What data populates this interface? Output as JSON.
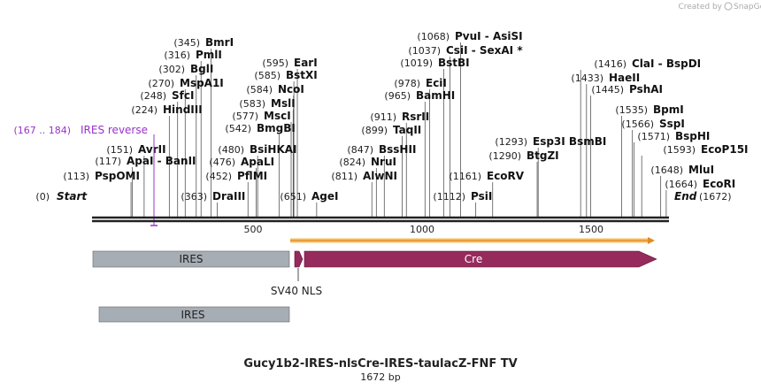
{
  "credit": {
    "created_by": "Created by",
    "brand": "SnapGene"
  },
  "map": {
    "title": "Gucy1b2-IRES-nlsCre-IRES-taulacZ-FNF TV",
    "length_label": "1672 bp",
    "total_bp": 1672,
    "ticks": [
      "500",
      "1000",
      "1500"
    ],
    "start_label": {
      "pos": "(0)",
      "name": "Start"
    },
    "end_label": {
      "pos": "(1672)",
      "name": "End"
    },
    "primer_label": {
      "pos": "(167 .. 184)",
      "name": "IRES reverse"
    },
    "sites": [
      {
        "pos": "(113)",
        "name": "PspOMI",
        "bp": 113
      },
      {
        "pos": "(117)",
        "name": "ApaI  -  BanII",
        "bp": 117
      },
      {
        "pos": "(151)",
        "name": "AvrII",
        "bp": 151
      },
      {
        "pos": "(224)",
        "name": "HindIII",
        "bp": 224
      },
      {
        "pos": "(248)",
        "name": "SfcI",
        "bp": 248
      },
      {
        "pos": "(270)",
        "name": "MspA1I",
        "bp": 270
      },
      {
        "pos": "(302)",
        "name": "BglI",
        "bp": 302
      },
      {
        "pos": "(316)",
        "name": "PmlI",
        "bp": 316
      },
      {
        "pos": "(345)",
        "name": "BmrI",
        "bp": 345
      },
      {
        "pos": "(363)",
        "name": "DraIII",
        "bp": 363
      },
      {
        "pos": "(452)",
        "name": "PflMI",
        "bp": 452
      },
      {
        "pos": "(476)",
        "name": "ApaLI",
        "bp": 476
      },
      {
        "pos": "(480)",
        "name": "BsiHKAI",
        "bp": 480
      },
      {
        "pos": "(542)",
        "name": "BmgBI",
        "bp": 542
      },
      {
        "pos": "(577)",
        "name": "MscI",
        "bp": 577
      },
      {
        "pos": "(583)",
        "name": "MslI",
        "bp": 583
      },
      {
        "pos": "(584)",
        "name": "NcoI",
        "bp": 584
      },
      {
        "pos": "(585)",
        "name": "BstXI",
        "bp": 585
      },
      {
        "pos": "(595)",
        "name": "EarI",
        "bp": 595
      },
      {
        "pos": "(651)",
        "name": "AgeI",
        "bp": 651
      },
      {
        "pos": "(811)",
        "name": "AlwNI",
        "bp": 811
      },
      {
        "pos": "(824)",
        "name": "NruI",
        "bp": 824
      },
      {
        "pos": "(847)",
        "name": "BssHII",
        "bp": 847
      },
      {
        "pos": "(899)",
        "name": "TaqII",
        "bp": 899
      },
      {
        "pos": "(911)",
        "name": "RsrII",
        "bp": 911
      },
      {
        "pos": "(965)",
        "name": "BamHI",
        "bp": 965
      },
      {
        "pos": "(978)",
        "name": "EciI",
        "bp": 978
      },
      {
        "pos": "(1019)",
        "name": "BstBI",
        "bp": 1019
      },
      {
        "pos": "(1037)",
        "name": "CsiI  -  SexAI *",
        "bp": 1037
      },
      {
        "pos": "(1068)",
        "name": "PvuI  -  AsiSI",
        "bp": 1068
      },
      {
        "pos": "(1112)",
        "name": "PsiI",
        "bp": 1112
      },
      {
        "pos": "(1161)",
        "name": "EcoRV",
        "bp": 1161
      },
      {
        "pos": "(1290)",
        "name": "BtgZI",
        "bp": 1290
      },
      {
        "pos": "(1293)",
        "name": "Esp3I  BsmBI",
        "bp": 1293
      },
      {
        "pos": "(1416)",
        "name": "ClaI  -  BspDI",
        "bp": 1416
      },
      {
        "pos": "(1433)",
        "name": "HaeII",
        "bp": 1433
      },
      {
        "pos": "(1445)",
        "name": "PshAI",
        "bp": 1445
      },
      {
        "pos": "(1535)",
        "name": "BpmI",
        "bp": 1535
      },
      {
        "pos": "(1566)",
        "name": "SspI",
        "bp": 1566
      },
      {
        "pos": "(1571)",
        "name": "BspHI",
        "bp": 1571
      },
      {
        "pos": "(1593)",
        "name": "EcoP15I",
        "bp": 1593
      },
      {
        "pos": "(1648)",
        "name": "MluI",
        "bp": 1648
      },
      {
        "pos": "(1664)",
        "name": "EcoRI",
        "bp": 1664
      }
    ],
    "features": [
      {
        "name": "IRES",
        "start": 0,
        "end": 590,
        "color": "#a7adb4",
        "text_color": "#222222",
        "row": 1
      },
      {
        "name": "Cre",
        "start": 612,
        "end": 1672,
        "color": "#962a5c",
        "text_color": "#ffffff",
        "row": 1
      },
      {
        "name": "SV40 NLS",
        "start": 590,
        "end": 612,
        "color": "#962a5c",
        "row": 1
      },
      {
        "name": "IRES",
        "start": 20,
        "end": 590,
        "color": "#a7adb4",
        "text_color": "#222222",
        "row": 2
      }
    ],
    "orf": {
      "start": 590,
      "end": 1672,
      "color": "#f5a623"
    }
  }
}
